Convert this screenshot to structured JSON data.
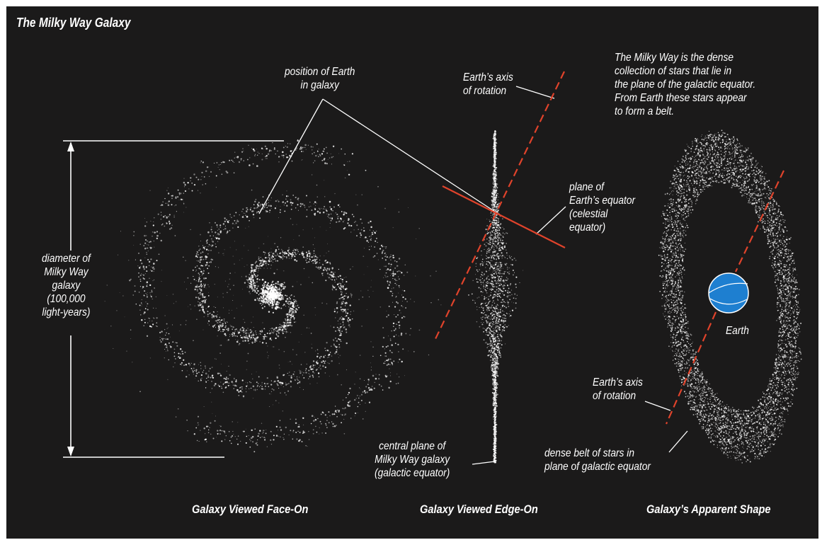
{
  "title": "The Milky Way Galaxy",
  "colors": {
    "background": "#1b1a1a",
    "stars": "#ffffff",
    "axis": "#e0432b",
    "earth": "#1e7fd0",
    "leader_lines": "#ffffff"
  },
  "labels": {
    "position_of_earth": "position of Earth\nin galaxy",
    "earth_axis_top": "Earth’s axis\nof rotation",
    "description": "The Milky Way is the dense\ncollection of stars that lie in\nthe plane of the galactic equator.\nFrom Earth these stars appear\nto form a belt.",
    "plane_of_equator": "plane of\nEarth’s equator\n(celestial\nequator)",
    "diameter": "diameter of\nMilky Way\ngalaxy\n(100,000\nlight-years)",
    "earth": "Earth",
    "earth_axis_bottom": "Earth’s axis\nof rotation",
    "central_plane": "central plane of\nMilky Way galaxy\n(galactic equator)",
    "dense_belt": "dense belt of stars in\nplane of galactic equator"
  },
  "captions": {
    "face_on": "Galaxy Viewed Face-On",
    "edge_on": "Galaxy Viewed Edge-On",
    "apparent_shape": "Galaxy’s Apparent Shape"
  }
}
